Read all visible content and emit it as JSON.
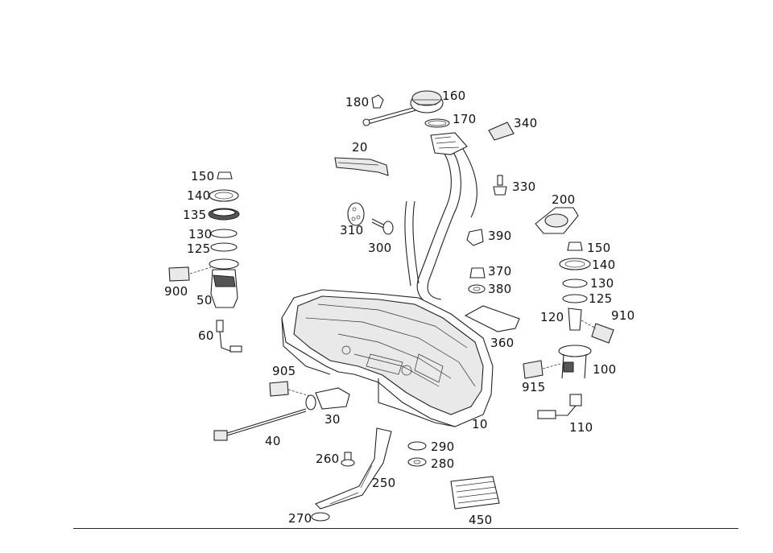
{
  "parts": [
    {
      "id": "p180",
      "label": "180"
    },
    {
      "id": "p160",
      "label": "160"
    },
    {
      "id": "p170",
      "label": "170"
    },
    {
      "id": "p340",
      "label": "340"
    },
    {
      "id": "p20",
      "label": "20"
    },
    {
      "id": "p330",
      "label": "330"
    },
    {
      "id": "p200",
      "label": "200"
    },
    {
      "id": "p310",
      "label": "310"
    },
    {
      "id": "p300",
      "label": "300"
    },
    {
      "id": "p390",
      "label": "390"
    },
    {
      "id": "p370",
      "label": "370"
    },
    {
      "id": "p380",
      "label": "380"
    },
    {
      "id": "p360",
      "label": "360"
    },
    {
      "id": "p150a",
      "label": "150"
    },
    {
      "id": "p140a",
      "label": "140"
    },
    {
      "id": "p135",
      "label": "135"
    },
    {
      "id": "p130a",
      "label": "130"
    },
    {
      "id": "p125a",
      "label": "125"
    },
    {
      "id": "p900",
      "label": "900"
    },
    {
      "id": "p50",
      "label": "50"
    },
    {
      "id": "p60",
      "label": "60"
    },
    {
      "id": "p150b",
      "label": "150"
    },
    {
      "id": "p140b",
      "label": "140"
    },
    {
      "id": "p130b",
      "label": "130"
    },
    {
      "id": "p125b",
      "label": "125"
    },
    {
      "id": "p120",
      "label": "120"
    },
    {
      "id": "p910",
      "label": "910"
    },
    {
      "id": "p100",
      "label": "100"
    },
    {
      "id": "p915",
      "label": "915"
    },
    {
      "id": "p110",
      "label": "110"
    },
    {
      "id": "p905",
      "label": "905"
    },
    {
      "id": "p30",
      "label": "30"
    },
    {
      "id": "p40",
      "label": "40"
    },
    {
      "id": "p10",
      "label": "10"
    },
    {
      "id": "p290",
      "label": "290"
    },
    {
      "id": "p280",
      "label": "280"
    },
    {
      "id": "p260",
      "label": "260"
    },
    {
      "id": "p250",
      "label": "250"
    },
    {
      "id": "p270",
      "label": "270"
    },
    {
      "id": "p450",
      "label": "450"
    }
  ]
}
